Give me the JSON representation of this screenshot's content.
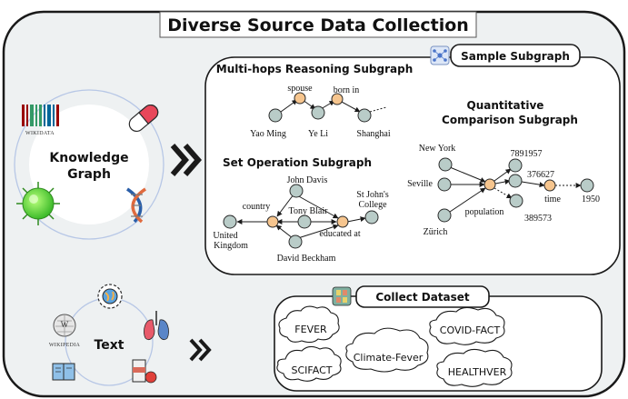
{
  "title": "Diverse Source Data Collection",
  "sample_subgraph_label": "Sample Subgraph",
  "collect_dataset_label": "Collect Dataset",
  "knowledge_graph": {
    "label_line1": "Knowledge",
    "label_line2": "Graph",
    "wikidata_label": "WIKIDATA"
  },
  "text_source": {
    "label": "Text",
    "wikipedia_label": "WIKIPEDIA"
  },
  "multihop": {
    "title": "Multi-hops Reasoning Subgraph",
    "edge1": "spouse",
    "edge2": "born in",
    "entity1": "Yao Ming",
    "entity2": "Ye Li",
    "entity3": "Shanghai"
  },
  "setop": {
    "title": "Set Operation Subgraph",
    "john_davis": "John Davis",
    "country": "country",
    "tony_blair": "Tony Blair",
    "st_johns_1": "St John's",
    "st_johns_2": "College",
    "uk_1": "United",
    "uk_2": "Kingdom",
    "educated_at": "educated at",
    "david_beckham": "David Beckham"
  },
  "quant": {
    "title_1": "Quantitative",
    "title_2": "Comparison Subgraph",
    "new_york": "New York",
    "seville": "Seville",
    "zurich": "Zürich",
    "population": "population",
    "v1": "7891957",
    "v2": "376627",
    "v3": "389573",
    "time": "time",
    "year": "1950"
  },
  "datasets": [
    "FEVER",
    "COVID-FACT",
    "Climate-Fever",
    "SCIFACT",
    "HEALTHVER"
  ],
  "colors": {
    "outer_bg": "#eef1f2",
    "node_green": "#b9ccc8",
    "node_orange": "#f6c58e",
    "arrow": "#2a2a2a"
  }
}
